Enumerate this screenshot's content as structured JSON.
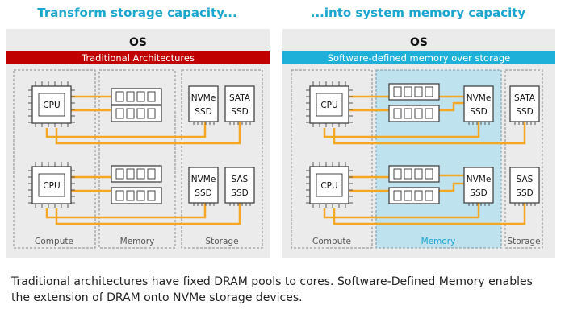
{
  "headings": {
    "left": "Transform storage capacity...",
    "right": "...into system memory capacity"
  },
  "panels": [
    {
      "os_label": "OS",
      "banner": "Traditional Architectures",
      "cpu_label": "CPU",
      "group_labels": [
        "Compute",
        "Memory",
        "Storage"
      ],
      "storage_rows": [
        [
          {
            "line1": "NVMe",
            "line2": "SSD"
          },
          {
            "line1": "SATA",
            "line2": "SSD"
          }
        ],
        [
          {
            "line1": "NVMe",
            "line2": "SSD"
          },
          {
            "line1": "SAS",
            "line2": "SSD"
          }
        ]
      ]
    },
    {
      "os_label": "OS",
      "banner": "Software-defined memory over storage",
      "cpu_label": "CPU",
      "group_labels": [
        "Compute",
        "Memory",
        "Storage"
      ],
      "memory_nvme": [
        {
          "line1": "NVMe",
          "line2": "SSD"
        },
        {
          "line1": "NVMe",
          "line2": "SSD"
        }
      ],
      "storage_rows": [
        [
          {
            "line1": "SATA",
            "line2": "SSD"
          }
        ],
        [
          {
            "line1": "SAS",
            "line2": "SSD"
          }
        ]
      ]
    }
  ],
  "caption": "Traditional architectures have fixed DRAM pools to cores. Software-Defined Memory enables the extension of DRAM onto NVMe storage devices.",
  "colors": {
    "heading": "#1aa6cf",
    "banner_left": "#c00000",
    "banner_right": "#1eb0d8",
    "connector": "#f5a623",
    "panel_bg": "#ebebeb",
    "memory_highlight": "#bfe3ee"
  }
}
